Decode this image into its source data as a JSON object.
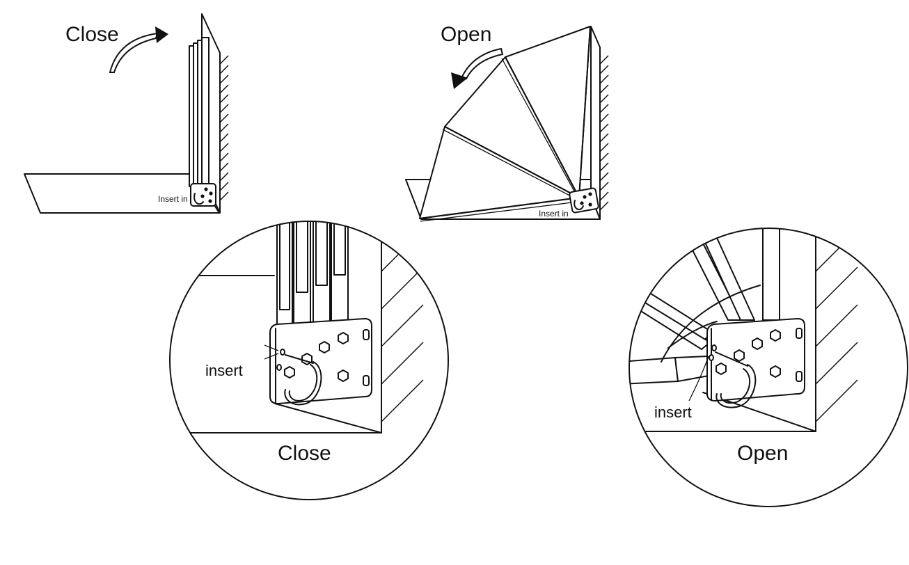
{
  "labels": {
    "top_close": "Close",
    "top_open": "Open",
    "insert_small_left": "Insert in",
    "insert_small_right": "Insert in",
    "detail_insert_left": "insert",
    "detail_insert_right": "insert",
    "detail_close": "Close",
    "detail_open": "Open"
  }
}
